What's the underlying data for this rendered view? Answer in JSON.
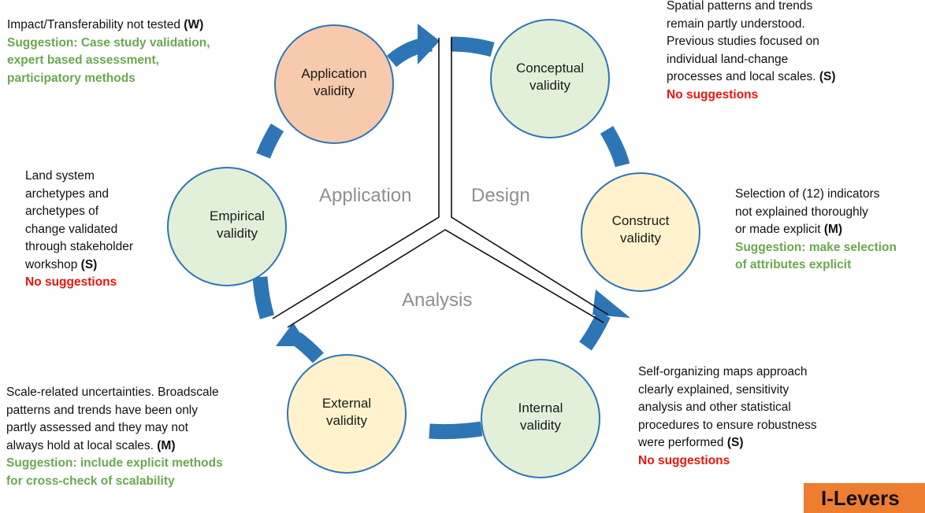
{
  "circles": {
    "application": {
      "line1": "Application",
      "line2": "validity",
      "fill": "#f7c9ad"
    },
    "conceptual": {
      "line1": "Conceptual",
      "line2": "validity",
      "fill": "#e2f0d9"
    },
    "construct": {
      "line1": "Construct",
      "line2": "validity",
      "fill": "#fff2cc"
    },
    "internal": {
      "line1": "Internal",
      "line2": "validity",
      "fill": "#e2f0d9"
    },
    "external": {
      "line1": "External",
      "line2": "validity",
      "fill": "#fff2cc"
    },
    "empirical": {
      "line1": "Empirical",
      "line2": "validity",
      "fill": "#e2f0d9"
    }
  },
  "sections": {
    "application": "Application",
    "design": "Design",
    "analysis": "Analysis"
  },
  "notes": {
    "application": {
      "l1": "Impact/Transferability not tested ",
      "l1_tag": "(W)",
      "s1": "Suggestion: Case study validation,",
      "s2": "expert based assessment,",
      "s3": "participatory methods"
    },
    "conceptual": {
      "l1": "Spatial patterns and trends",
      "l2": "remain partly understood.",
      "l3": "Previous studies focused on",
      "l4": "individual land-change",
      "l5": "processes and local scales. ",
      "l5_tag": "(S)",
      "r1": "No suggestions"
    },
    "construct": {
      "l1": "Selection of (12) indicators",
      "l2": "not explained thoroughly",
      "l3": "or made explicit ",
      "l3_tag": "(M)",
      "s1": "Suggestion: make selection",
      "s2": "of attributes explicit"
    },
    "empirical": {
      "l1": "Land system",
      "l2": "archetypes and",
      "l3": "archetypes of",
      "l4": "change validated",
      "l5": "through stakeholder",
      "l6": "workshop ",
      "l6_tag": "(S)",
      "r1": "No suggestions"
    },
    "internal": {
      "l1": "Self-organizing maps approach",
      "l2": "clearly explained, sensitivity",
      "l3": "analysis and other statistical",
      "l4": "procedures to ensure robustness",
      "l5": "were performed ",
      "l5_tag": "(S)",
      "r1": "No suggestions"
    },
    "external": {
      "l1": "Scale-related uncertainties. Broadscale",
      "l2": "patterns and trends have been only",
      "l3": "partly assessed and they may not",
      "l4": "always hold at local scales. ",
      "l4_tag": "(M)",
      "s1": "Suggestion: include  explicit methods",
      "s2": "for cross-check of scalability"
    }
  },
  "logo": "I-Levers",
  "colors": {
    "arrow": "#2e75b6",
    "green_text": "#6aa84f",
    "red_text": "#e8150f",
    "logo_bg": "#ed7d31"
  }
}
